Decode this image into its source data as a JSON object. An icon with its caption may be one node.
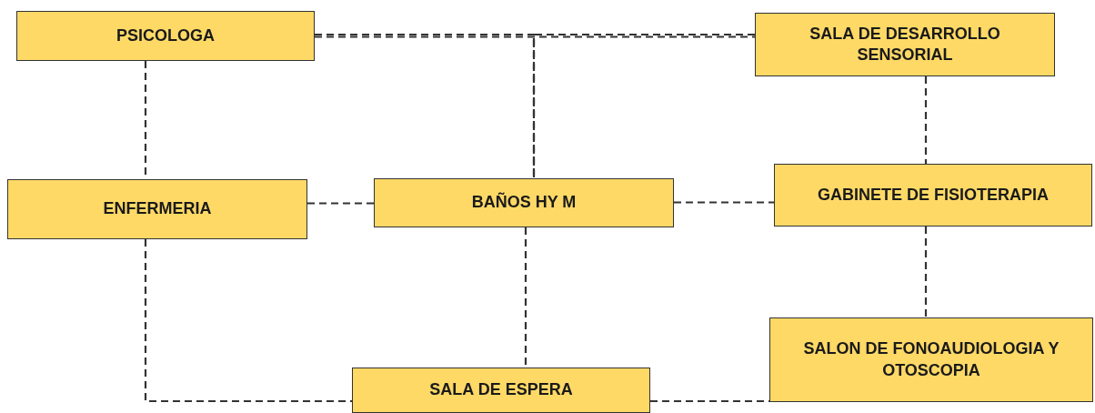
{
  "diagram": {
    "nodes": [
      {
        "text": [
          "PSICOLOGA"
        ]
      },
      {
        "text": [
          "SALA DE DESARROLLO SENSORIAL"
        ]
      },
      {
        "text": [
          "ENFERMERIA"
        ]
      },
      {
        "text": [
          "BAÑOS HY M"
        ]
      },
      {
        "text": [
          "GABINETE DE FISIOTERAPIA"
        ]
      },
      {
        "text": [
          "SALON DE FONOAUDIOLOGIA Y OTOSCOPIA"
        ]
      },
      {
        "text": [
          "SALA DE ESPERA"
        ]
      }
    ],
    "edges": [
      {
        "from": 0,
        "to": 1,
        "arrow": "none",
        "style": "dashed"
      },
      {
        "from": 0,
        "to": 3,
        "arrow": "none",
        "style": "dashed"
      },
      {
        "from": 1,
        "to": 3,
        "arrow": "none",
        "style": "dashed"
      },
      {
        "from": 0,
        "to": 2,
        "arrow": "none",
        "style": "dashed"
      },
      {
        "from": 2,
        "to": 3,
        "arrow": "none",
        "style": "dashed"
      },
      {
        "from": 3,
        "to": 4,
        "arrow": "none",
        "style": "dashed"
      },
      {
        "from": 1,
        "to": 4,
        "arrow": "none",
        "style": "dashed"
      },
      {
        "from": 4,
        "to": 5,
        "arrow": "none",
        "style": "dashed"
      },
      {
        "from": 3,
        "to": 6,
        "arrow": "none",
        "style": "dashed"
      },
      {
        "from": 2,
        "to": 6,
        "arrow": "none",
        "style": "dashed"
      },
      {
        "from": 6,
        "to": 5,
        "arrow": "none",
        "style": "dashed"
      }
    ]
  }
}
